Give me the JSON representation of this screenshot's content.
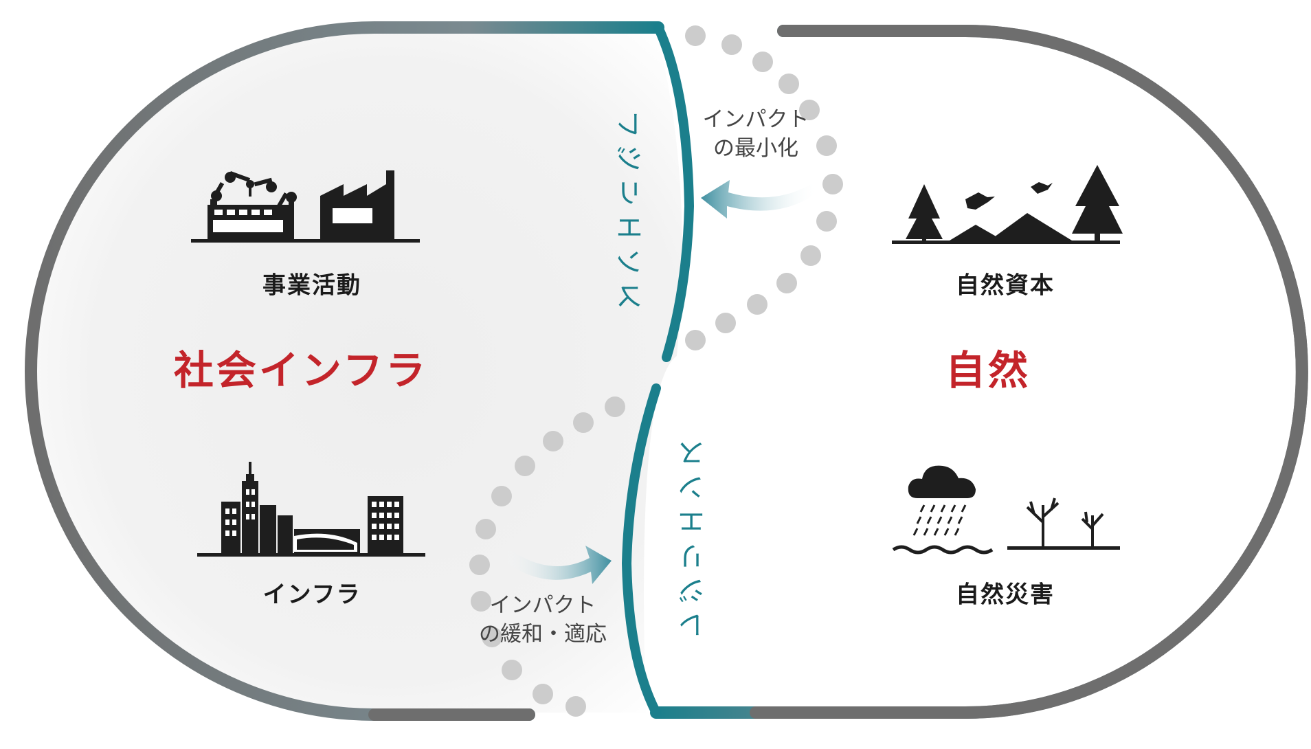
{
  "left": {
    "title": "社会インフラ",
    "top_item": {
      "label": "事業活動",
      "icon": "factory-icon"
    },
    "bottom_item": {
      "label": "インフラ",
      "icon": "city-infrastructure-icon"
    }
  },
  "right": {
    "title": "自然",
    "top_item": {
      "label": "自然資本",
      "icon": "nature-capital-icon"
    },
    "bottom_item": {
      "label": "自然災害",
      "icon": "natural-disaster-icon"
    }
  },
  "resilience": {
    "top": "レジリエンス",
    "bottom": "レジリエンス"
  },
  "arrows": {
    "top": {
      "line1": "インパクト",
      "line2": "の最小化"
    },
    "bottom": {
      "line1": "インパクト",
      "line2": "の緩和・適応"
    }
  },
  "colors": {
    "accent_red": "#c3242a",
    "teal": "#1b7f8c",
    "frame_gray": "#6e6e6e",
    "dots": "#c8c8c8",
    "icon": "#1e1e1e"
  }
}
